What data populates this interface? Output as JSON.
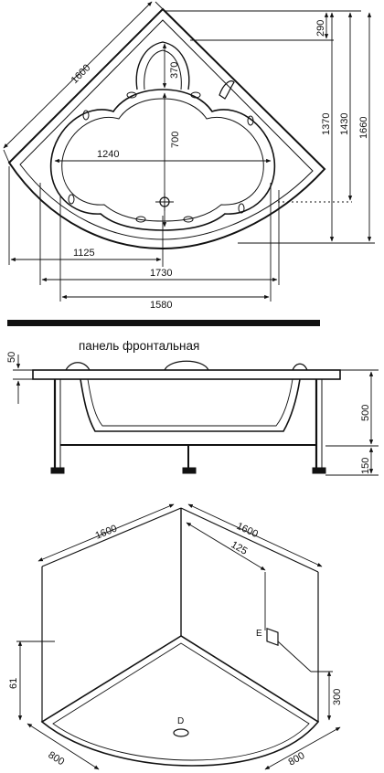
{
  "plan_view": {
    "dims": {
      "d1600": "1600",
      "d290": "290",
      "d370": "370",
      "d1370": "1370",
      "d1430": "1430",
      "d1660": "1660",
      "d700": "700",
      "d1240": "1240",
      "d1125": "1125",
      "d1730": "1730",
      "d1580": "1580"
    }
  },
  "front_view": {
    "title": "панель фронтальная",
    "dims": {
      "d50": "50",
      "d500": "500",
      "d150": "150"
    }
  },
  "install_view": {
    "dims": {
      "d1600_left": "1600",
      "d1600_right": "1600",
      "d125": "125",
      "d61": "61",
      "d300": "300",
      "d800_left": "800",
      "d800_right": "800"
    },
    "labels": {
      "E": "E",
      "D": "D"
    }
  },
  "colors": {
    "ink": "#111111",
    "background": "#ffffff",
    "separator": "#111111"
  }
}
